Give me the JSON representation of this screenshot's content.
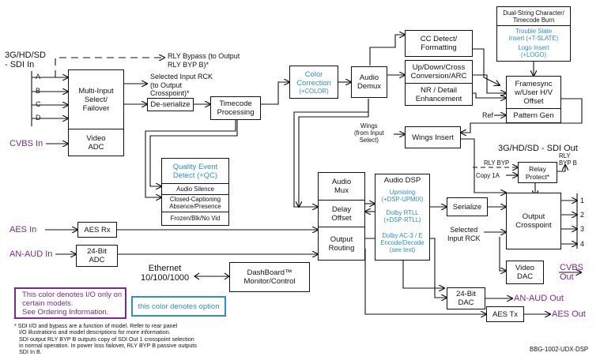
{
  "inputs": {
    "sdi_in": [
      "3G/HD/SD",
      "- SDI In"
    ],
    "ports": [
      "A",
      "B",
      "C",
      "D"
    ],
    "cvbs_in": "CVBS In",
    "aes_in": "AES In",
    "an_aud_in": "AN-AUD In"
  },
  "blocks": {
    "multi_input": [
      "Multi-Input",
      "Select/",
      "Failover"
    ],
    "video_adc": [
      "Video",
      "ADC"
    ],
    "deserialize": "De-serialize",
    "timecode": [
      "Timecode",
      "Processing"
    ],
    "color_correction": [
      "Color",
      "Correction",
      "(+COLOR)"
    ],
    "audio_demux": [
      "Audio",
      "Demux"
    ],
    "cc_detect": [
      "CC Detect/",
      "Formatting"
    ],
    "conversion": [
      "Up/Down/Cross",
      "Conversion/ARC"
    ],
    "nr_detail": [
      "NR / Detail",
      "Enhancement"
    ],
    "char_burn": [
      "Dual-String Character/",
      "Timecode Burn"
    ],
    "trouble_slate": [
      "Trouble Slate",
      "Insert (+T-SLATE)"
    ],
    "logo_insert": [
      "Logo Insert",
      "(+LOGO)"
    ],
    "framesync": [
      "Framesync",
      "w/User H/V",
      "Offset"
    ],
    "pattern_gen": "Pattern Gen",
    "wings_insert": "Wings Insert",
    "quality_detect": [
      "Quality Event",
      "Detect (+QC)"
    ],
    "audio_silence": "Audio Silence",
    "closed_caption": [
      "Closed-Captioning",
      "Absence/Presence"
    ],
    "frozen": "Frozen/Blk/No Vid",
    "audio_mux": [
      "Audio",
      "Mux"
    ],
    "delay_offset": [
      "Delay",
      "Offset"
    ],
    "output_routing": [
      "Output",
      "Routing"
    ],
    "audio_dsp": "Audio DSP",
    "upmixing": [
      "Upmixing",
      "(+DSP-UPMIX)"
    ],
    "dolby_rtll": [
      "Dolby RTLL",
      "(+DSP-RTLL)"
    ],
    "dolby_ac3": [
      "Dolby AC-3 / E",
      "Encode/Decode",
      "(see text)"
    ],
    "serialize": "Serialize",
    "output_crosspoint": [
      "Output",
      "Crosspoint"
    ],
    "relay_protect": [
      "Relay",
      "Protect*"
    ],
    "video_dac": [
      "Video",
      "DAC"
    ],
    "aes_rx": "AES Rx",
    "adc_24": [
      "24-Bit",
      "ADC"
    ],
    "dac_24": [
      "24-Bit",
      "DAC"
    ],
    "aes_tx": "AES Tx",
    "dashboard": [
      "DashBoard™",
      "Monitor/Control"
    ]
  },
  "labels": {
    "rly_bypass": [
      "RLY Bypass (to Output",
      "RLY BYP B)*"
    ],
    "selected_rck_top": [
      "Selected Input RCK",
      "(to Output",
      "Crosspoint)*"
    ],
    "wings_src": [
      "Wings",
      "(from Input",
      "Select)"
    ],
    "ref": "Ref",
    "sdi_out": "3G/HD/SD - SDI Out",
    "rly_byp": "RLY BYP",
    "rly_byp_b": [
      "RLY",
      "BYP B"
    ],
    "copy_1a": "Copy 1A",
    "out_ports": [
      "1",
      "2",
      "3",
      "4"
    ],
    "selected_rck": [
      "Selected",
      "Input RCK"
    ],
    "cvbs_out": [
      "CVBS",
      "Out"
    ],
    "an_aud_out": "AN-AUD Out",
    "aes_out": "AES Out",
    "ethernet": [
      "Ethernet",
      "10/100/1000"
    ]
  },
  "legend": {
    "io_models": [
      "This color denotes I/O only on",
      "certain models.",
      "See Ordering Information."
    ],
    "option": "this color denotes option"
  },
  "footnote": [
    "* SDI I/O and bypass are a function of model. Refer to rear panel",
    "I/O illustrations and model descriptions for more information.",
    "SDI output RLY BYP B outputs copy of SDI Out 1 crosspoint selection",
    "in normal operation. In power loss failover, RLY BYP B passive outputs",
    "SDI In B."
  ],
  "part_number": "BBG-1002-UDX-DSP",
  "colors": {
    "purple": "#7a2a8c",
    "blue": "#2f8fc8",
    "line": "#111111"
  }
}
